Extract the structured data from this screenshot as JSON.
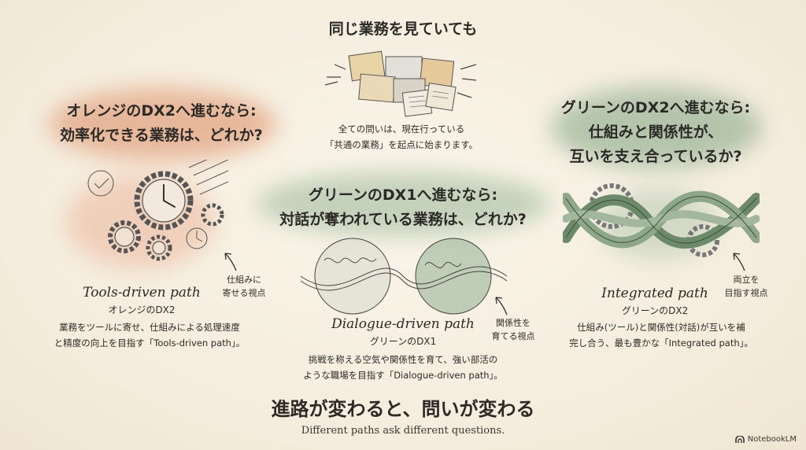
{
  "top": {
    "title": "同じ業務を見ていても",
    "subtitle_line1": "全ての問いは、現在行っている",
    "subtitle_line2": "「共通の業務」を起点に始まります。"
  },
  "orange": {
    "heading_line1": "オレンジのDX2へ進むなら:",
    "heading_line2": "効率化できる業務は、どれか?",
    "path_name": "Tools-driven path",
    "path_sub": "オレンジのDX2",
    "side_line1": "仕組みに",
    "side_line2": "寄せる視点",
    "desc_line1": "業務をツールに寄せ、仕組みによる処理速度",
    "desc_line2": "と精度の向上を目指す「Tools-driven path」。"
  },
  "green1": {
    "heading_line1": "グリーンのDX1へ進むなら:",
    "heading_line2": "対話が奪われている業務は、どれか?",
    "path_name": "Dialogue-driven path",
    "path_sub": "グリーンのDX1",
    "side_line1": "関係性を",
    "side_line2": "育てる視点",
    "desc_line1": "挑戦を称える空気や関係性を育て、強い部活の",
    "desc_line2": "ような職場を目指す「Dialogue-driven path」。"
  },
  "green2": {
    "heading_line1": "グリーンのDX2へ進むなら:",
    "heading_line2": "仕組みと関係性が、",
    "heading_line3": "互いを支え合っているか?",
    "path_name": "Integrated path",
    "path_sub": "グリーンのDX2",
    "side_line1": "両立を",
    "side_line2": "目指す視点",
    "desc_line1": "仕組み(ツール)と関係性(対話)が互いを補",
    "desc_line2": "完し合う、最も豊かな「Integrated path」。"
  },
  "footer": {
    "title": "進路が変わると、問いが変わる",
    "subtitle": "Different paths ask different questions."
  },
  "brand": "NotebookLM",
  "colors": {
    "orange_wash": "#e3a27f",
    "green_wash": "#9fb79b",
    "ink": "#2c2a26"
  },
  "icons": [
    "papers-icon",
    "gears-clock-icon",
    "dialogue-circles-icon",
    "braided-rope-icon",
    "notebooklm-logo-icon"
  ]
}
